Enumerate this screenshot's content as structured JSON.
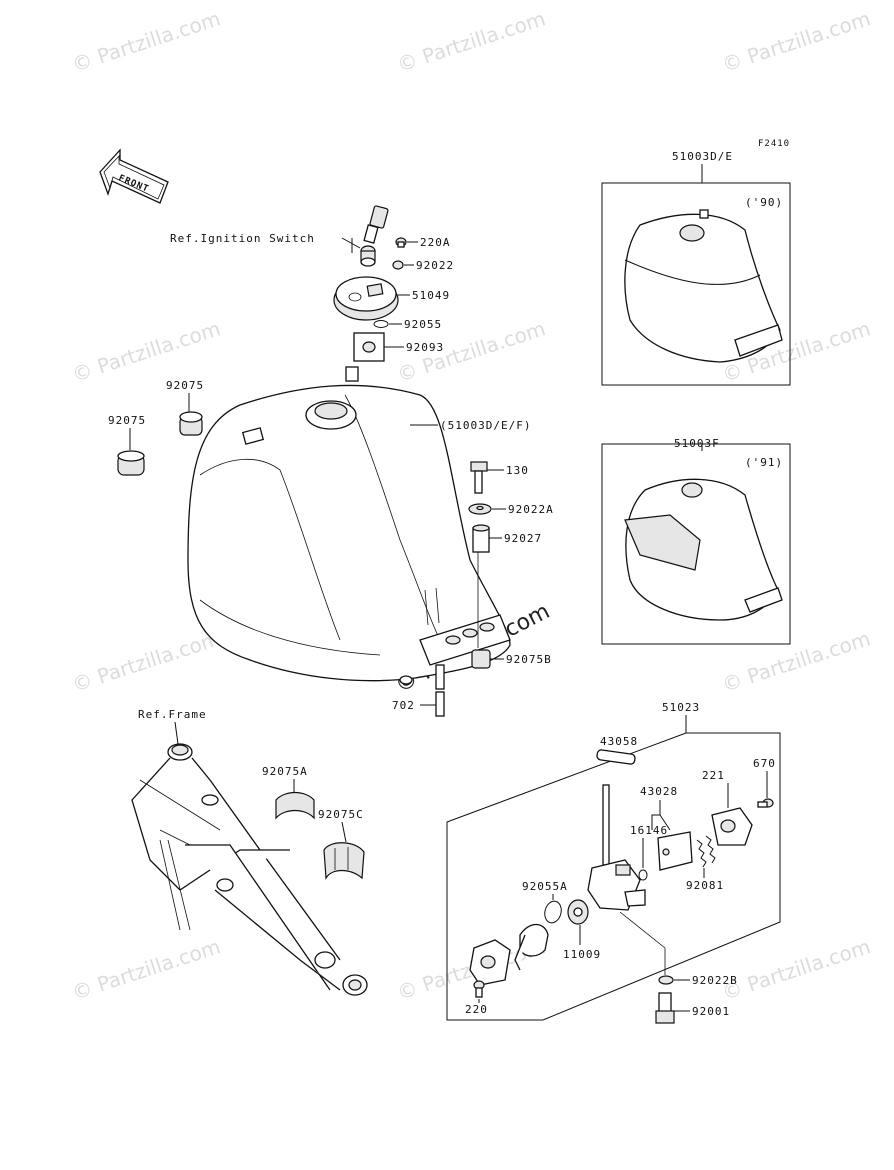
{
  "figure_code": "F2410",
  "watermark_text": "© Partzilla.com",
  "front_arrow_label": "FRONT",
  "callouts": [
    {
      "id": "ref-ignition",
      "text": "Ref.Ignition Switch"
    },
    {
      "id": "220a",
      "text": "220A"
    },
    {
      "id": "92022",
      "text": "92022"
    },
    {
      "id": "51049",
      "text": "51049"
    },
    {
      "id": "92055",
      "text": "92055"
    },
    {
      "id": "92093",
      "text": "92093"
    },
    {
      "id": "92075-top",
      "text": "92075"
    },
    {
      "id": "92075-left",
      "text": "92075"
    },
    {
      "id": "51003def",
      "text": "(51003D/E/F)"
    },
    {
      "id": "130",
      "text": "130"
    },
    {
      "id": "92022a",
      "text": "92022A"
    },
    {
      "id": "92027",
      "text": "92027"
    },
    {
      "id": "92075b",
      "text": "92075B"
    },
    {
      "id": "702",
      "text": "702"
    },
    {
      "id": "ref-frame",
      "text": "Ref.Frame"
    },
    {
      "id": "92075a",
      "text": "92075A"
    },
    {
      "id": "92075c",
      "text": "92075C"
    },
    {
      "id": "51003de",
      "text": "51003D/E"
    },
    {
      "id": "year90",
      "text": "('90)"
    },
    {
      "id": "51003f",
      "text": "51003F"
    },
    {
      "id": "year91",
      "text": "('91)"
    },
    {
      "id": "51023",
      "text": "51023"
    },
    {
      "id": "43058",
      "text": "43058"
    },
    {
      "id": "43028",
      "text": "43028"
    },
    {
      "id": "16146",
      "text": "16146"
    },
    {
      "id": "221",
      "text": "221"
    },
    {
      "id": "670",
      "text": "670"
    },
    {
      "id": "92081",
      "text": "92081"
    },
    {
      "id": "92055a",
      "text": "92055A"
    },
    {
      "id": "11009",
      "text": "11009"
    },
    {
      "id": "92022b",
      "text": "92022B"
    },
    {
      "id": "220",
      "text": "220"
    },
    {
      "id": "92001",
      "text": "92001"
    }
  ]
}
